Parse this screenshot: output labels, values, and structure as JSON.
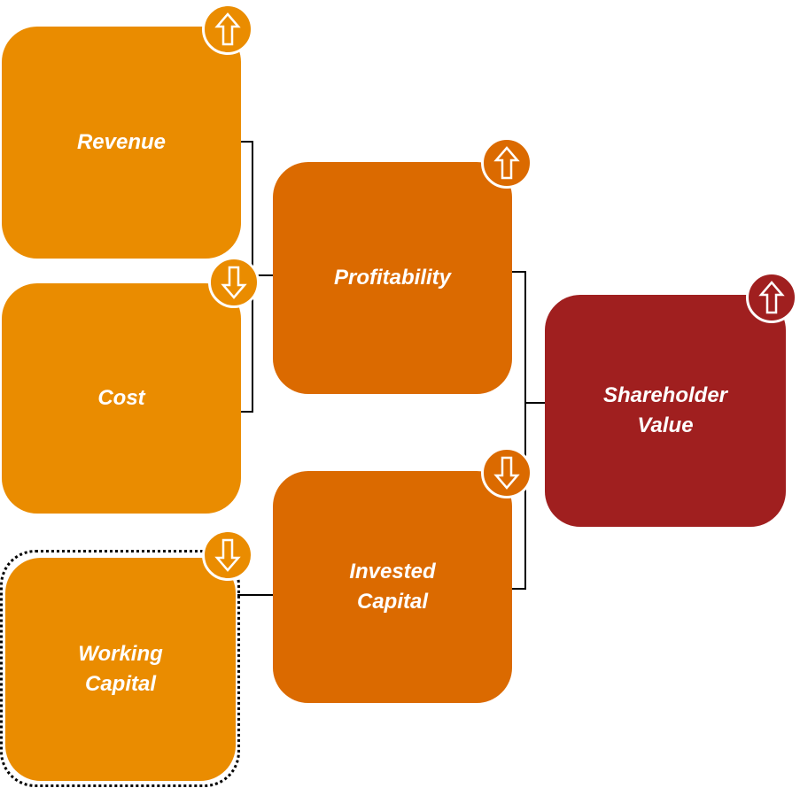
{
  "diagram": {
    "title": "Shareholder Value Driver Tree",
    "colors": {
      "level1": "#ea8c00",
      "level2": "#db6a00",
      "level3": "#a01f1f",
      "badge_border": "#ffffff",
      "connector": "#000000"
    },
    "nodes": [
      {
        "id": "revenue",
        "lines": [
          "Revenue"
        ],
        "direction": "up",
        "icon": "arrow-up-icon"
      },
      {
        "id": "cost",
        "lines": [
          "Cost"
        ],
        "direction": "down",
        "icon": "arrow-down-icon"
      },
      {
        "id": "working-capital",
        "lines": [
          "Working",
          "Capital"
        ],
        "direction": "down",
        "icon": "arrow-down-icon",
        "selected": true
      },
      {
        "id": "profitability",
        "lines": [
          "Profitability"
        ],
        "direction": "up",
        "icon": "arrow-up-icon"
      },
      {
        "id": "invested-capital",
        "lines": [
          "Invested",
          "Capital"
        ],
        "direction": "down",
        "icon": "arrow-down-icon"
      },
      {
        "id": "shareholder-value",
        "lines": [
          "Shareholder",
          "Value"
        ],
        "direction": "up",
        "icon": "arrow-up-icon"
      }
    ],
    "edges": [
      {
        "from": "revenue",
        "to": "profitability"
      },
      {
        "from": "cost",
        "to": "profitability"
      },
      {
        "from": "working-capital",
        "to": "invested-capital"
      },
      {
        "from": "profitability",
        "to": "shareholder-value"
      },
      {
        "from": "invested-capital",
        "to": "shareholder-value"
      }
    ]
  }
}
